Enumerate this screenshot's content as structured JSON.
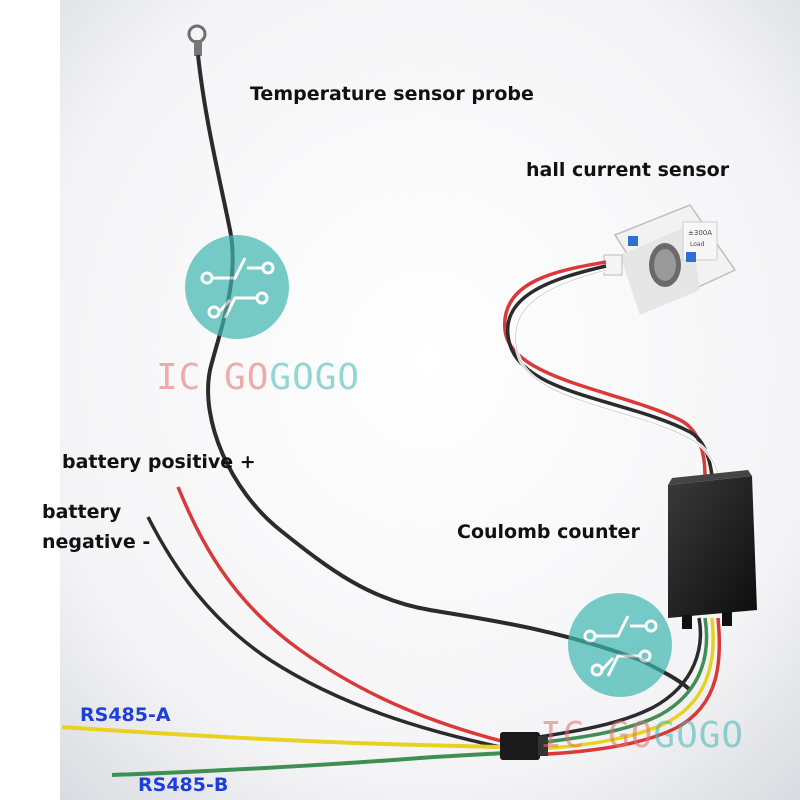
{
  "labels": {
    "temp_probe": "Temperature sensor probe",
    "hall_sensor": "hall current sensor",
    "batt_positive": "battery positive +",
    "batt_negative_1": "battery",
    "batt_negative_2": "negative -",
    "coulomb": "Coulomb counter",
    "rs485_a": "RS485-A",
    "rs485_b": "RS485-B"
  },
  "watermark": {
    "text_parts": [
      "IC ",
      "GO",
      "GOGO"
    ]
  },
  "hall_sensor_print": {
    "rating": "±300A",
    "load": "Load"
  },
  "colors": {
    "wire_red": "#d83a3a",
    "wire_black": "#2b2b2b",
    "wire_yellow": "#e8d21f",
    "wire_green": "#3f8f55",
    "label_blue": "#1d3fd8",
    "watermark_teal": "#3fb7b1",
    "watermark_red": "#e26d6d"
  }
}
